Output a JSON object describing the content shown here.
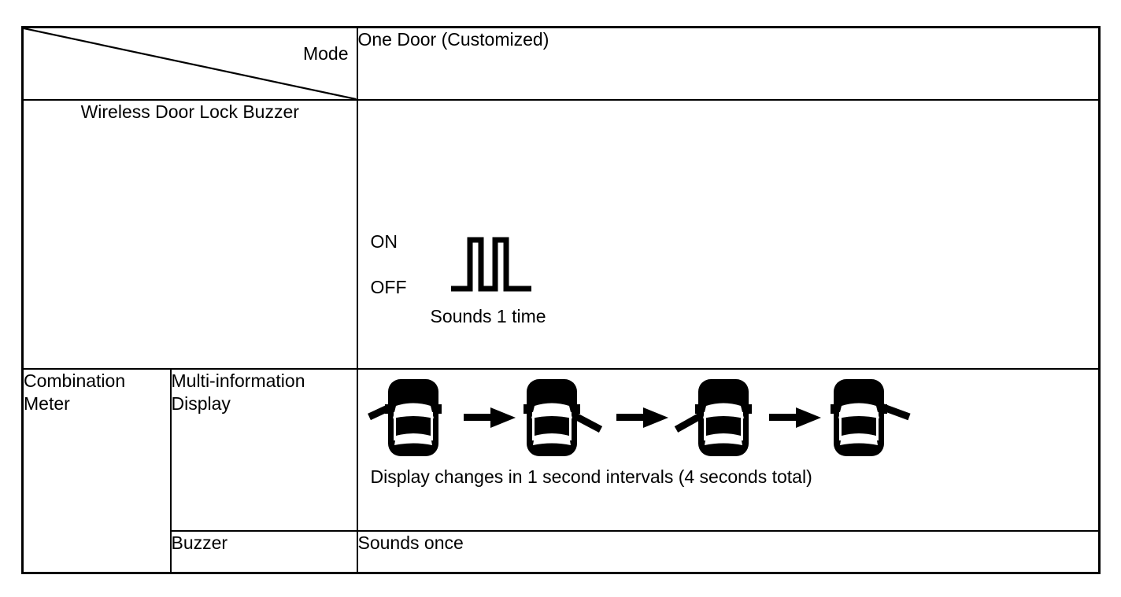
{
  "table": {
    "header": {
      "corner_label": "Mode",
      "mode_value": "One Door (Customized)"
    },
    "rows": [
      {
        "group_label": "Wireless Door Lock Buzzer",
        "waveform": {
          "on_label": "ON",
          "off_label": "OFF",
          "caption": "Sounds 1 time",
          "pulse_count": 2
        }
      },
      {
        "group_label": "Combination Meter",
        "sub_label": "Multi-information Display",
        "caption": "Display changes in 1 second intervals (4 seconds total)",
        "car_sequence": [
          {
            "door": "front-left"
          },
          {
            "door": "rear-right"
          },
          {
            "door": "rear-left"
          },
          {
            "door": "front-right"
          }
        ],
        "arrow_label": "arrow-right-icon"
      },
      {
        "sub_label": "Buzzer",
        "value": "Sounds once"
      }
    ]
  },
  "colors": {
    "ink": "#000000",
    "paper": "#ffffff"
  }
}
